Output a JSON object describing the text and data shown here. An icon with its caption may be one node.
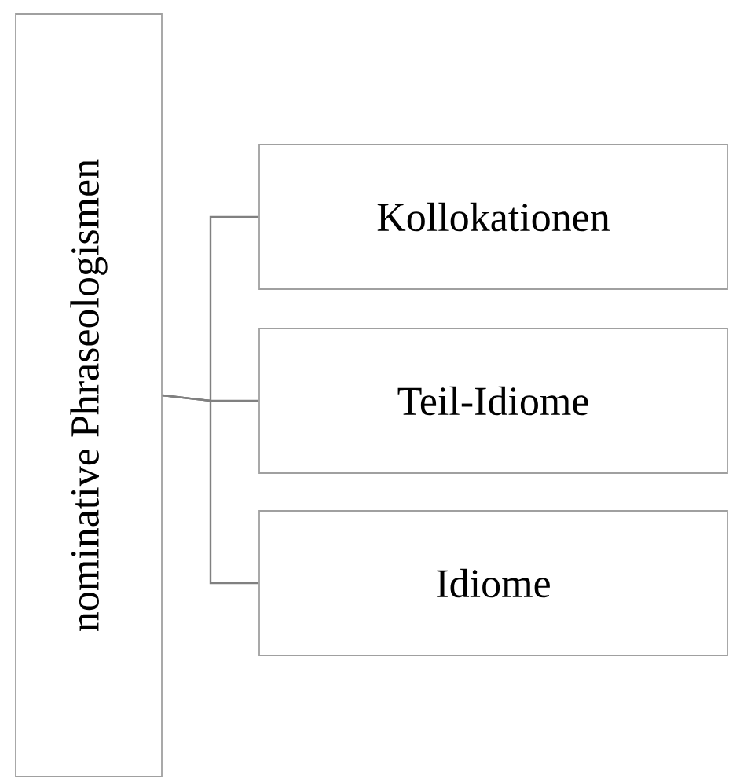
{
  "diagram": {
    "nodes": [
      {
        "text": [
          "nominative Phraseologismen"
        ]
      },
      {
        "text": [
          "Kollokationen"
        ]
      },
      {
        "text": [
          "Teil-Idiome"
        ]
      },
      {
        "text": [
          "Idiome"
        ]
      }
    ],
    "edges": [
      {
        "from": 0,
        "to": 1,
        "arrow": "none"
      },
      {
        "from": 0,
        "to": 2,
        "arrow": "none"
      },
      {
        "from": 0,
        "to": 3,
        "arrow": "none"
      }
    ]
  }
}
